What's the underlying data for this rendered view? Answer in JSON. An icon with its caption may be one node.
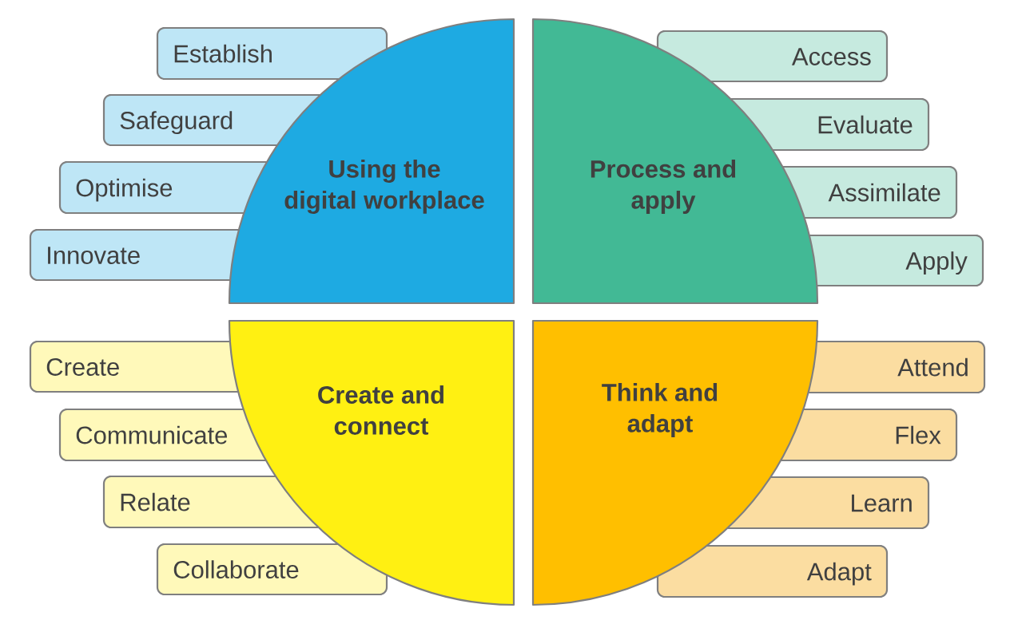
{
  "diagram": {
    "nodes": [
      {
        "text": [
          "Using the digital workplace"
        ]
      },
      {
        "text": [
          "Establish"
        ]
      },
      {
        "text": [
          "Safeguard"
        ]
      },
      {
        "text": [
          "Optimise"
        ]
      },
      {
        "text": [
          "Innovate"
        ]
      },
      {
        "text": [
          "Process and apply"
        ]
      },
      {
        "text": [
          "Access"
        ]
      },
      {
        "text": [
          "Evaluate"
        ]
      },
      {
        "text": [
          "Assimilate"
        ]
      },
      {
        "text": [
          "Apply"
        ]
      },
      {
        "text": [
          "Create and connect"
        ]
      },
      {
        "text": [
          "Create"
        ]
      },
      {
        "text": [
          "Communicate"
        ]
      },
      {
        "text": [
          "Relate"
        ]
      },
      {
        "text": [
          "Collaborate"
        ]
      },
      {
        "text": [
          "Think and adapt"
        ]
      },
      {
        "text": [
          "Attend"
        ]
      },
      {
        "text": [
          "Flex"
        ]
      },
      {
        "text": [
          "Learn"
        ]
      },
      {
        "text": [
          "Adapt"
        ]
      }
    ]
  }
}
